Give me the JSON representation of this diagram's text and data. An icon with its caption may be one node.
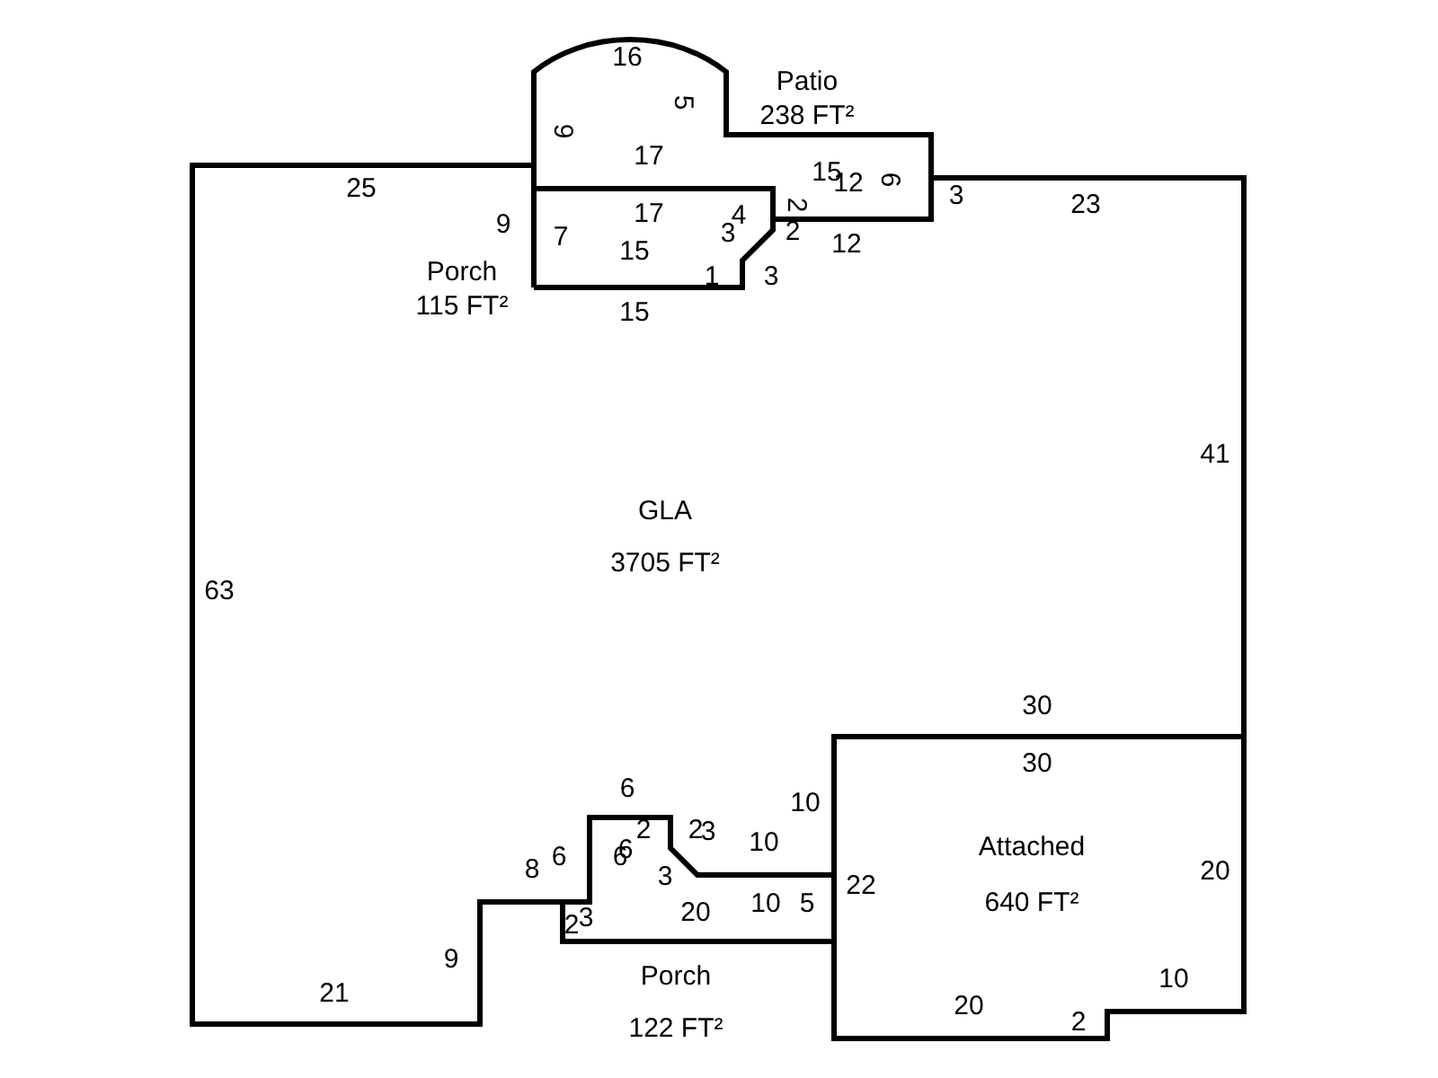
{
  "diagram": {
    "nodes": [
      {
        "text": [
          "GLA",
          "3705 FT²"
        ]
      },
      {
        "text": [
          "Patio",
          "238 FT²"
        ]
      },
      {
        "text": [
          "Porch",
          "115 FT²"
        ]
      },
      {
        "text": [
          "Attached",
          "640 FT²"
        ]
      },
      {
        "text": [
          "Porch",
          "122 FT²"
        ]
      }
    ],
    "labels": [
      "16",
      "5",
      "9",
      "17",
      "15",
      "12",
      "6",
      "25",
      "3",
      "2",
      "23",
      "17",
      "4",
      "9",
      "3",
      "2",
      "7",
      "12",
      "15",
      "1",
      "3",
      "15",
      "41",
      "63",
      "30",
      "30",
      "6",
      "10",
      "2",
      "2",
      "3",
      "6",
      "6",
      "10",
      "6",
      "8",
      "3",
      "20",
      "22",
      "10",
      "5",
      "20",
      "3",
      "2",
      "9",
      "10",
      "21",
      "20",
      "2"
    ]
  }
}
